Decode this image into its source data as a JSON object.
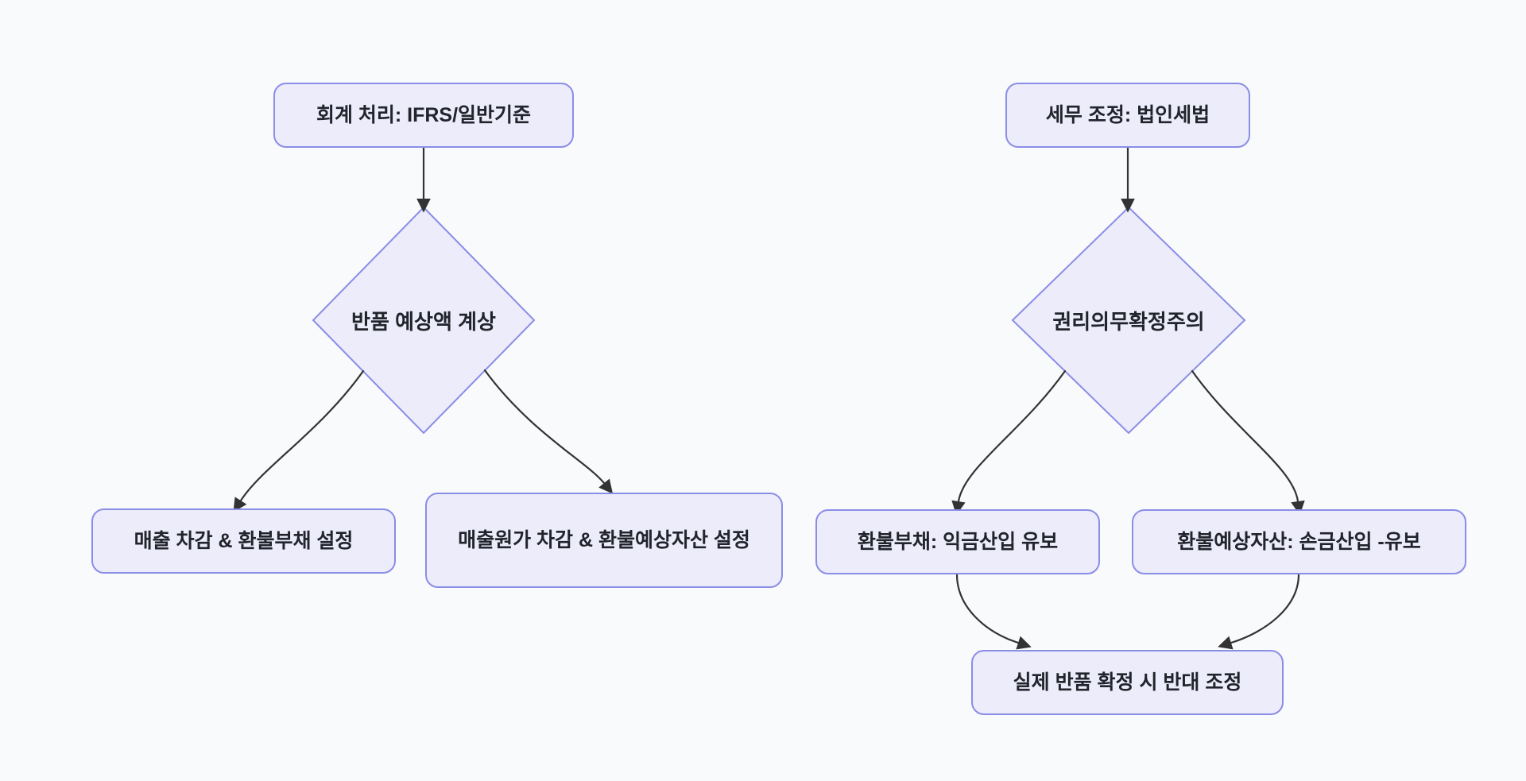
{
  "theme": {
    "background": "#f8fafc",
    "node_fill": "#ececfb",
    "node_border": "#8b8de6",
    "text_color": "#21242b",
    "arrow_color": "#333333"
  },
  "accounting_flow": {
    "title": "회계 처리: IFRS/일반기준",
    "decision": "반품 예상액 계상",
    "outcome_left": "매출 차감 & 환불부채 설정",
    "outcome_right": "매출원가 차감 & 환불예상자산 설정"
  },
  "tax_flow": {
    "title": "세무 조정: 법인세법",
    "decision": "권리의무확정주의",
    "outcome_left": "환불부채: 익금산입 유보",
    "outcome_right": "환불예상자산: 손금산입 -유보",
    "final": "실제 반품 확정 시 반대 조정"
  }
}
